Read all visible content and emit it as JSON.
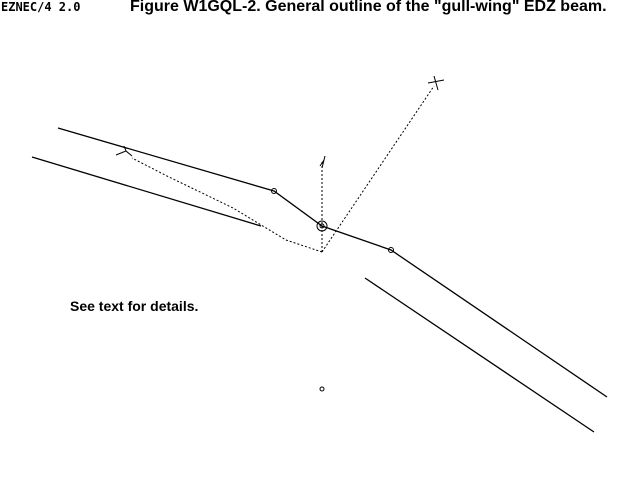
{
  "program_label": "EZNEC/4 2.0",
  "figure_title": "Figure W1GQL-2.  General outline of the \"gull-wing\" EDZ beam.",
  "note": "See text for details.",
  "colors": {
    "ink": "#000000",
    "background": "#ffffff"
  }
}
